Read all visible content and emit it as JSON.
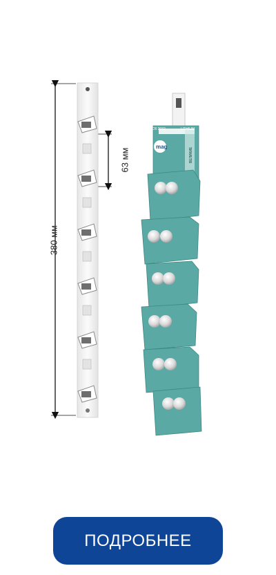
{
  "dimensions": {
    "total_length": "380 мм",
    "hook_spacing": "63 мм"
  },
  "card": {
    "brand": "mag",
    "model": "CR 2032",
    "chemistry": "LITHIUM",
    "side_label": "ВЕЛИКИЕ"
  },
  "button": {
    "label": "ПОДРОБНЕЕ"
  },
  "colors": {
    "card_teal": "#5aa9a4",
    "strip": "#f3f3f3",
    "button": "#0f4596"
  }
}
